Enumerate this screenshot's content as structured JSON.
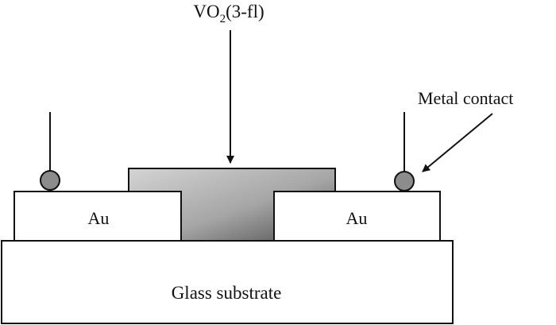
{
  "labels": {
    "sample": "VO",
    "sample_subscript": "2",
    "sample_suffix": "(3-fl)",
    "metal_contact": "Metal contact",
    "au_left": "Au",
    "au_right": "Au",
    "substrate": "Glass substrate"
  },
  "colors": {
    "stroke": "#111111",
    "contact_fill": "#8c8c8c",
    "vo2_light": "#cfcfcf",
    "vo2_dark": "#5e5e5e",
    "background": "#ffffff"
  }
}
